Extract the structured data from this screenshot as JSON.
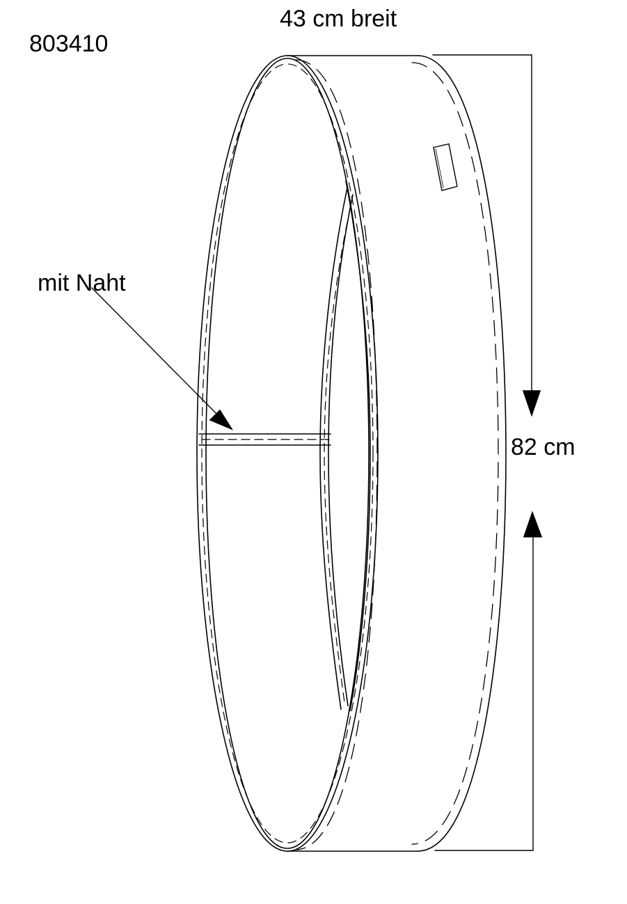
{
  "article_number": "803410",
  "labels": {
    "width": "43 cm breit",
    "height": "82 cm",
    "seam": "mit Naht"
  },
  "colors": {
    "line": "#000000",
    "background": "#ffffff"
  }
}
